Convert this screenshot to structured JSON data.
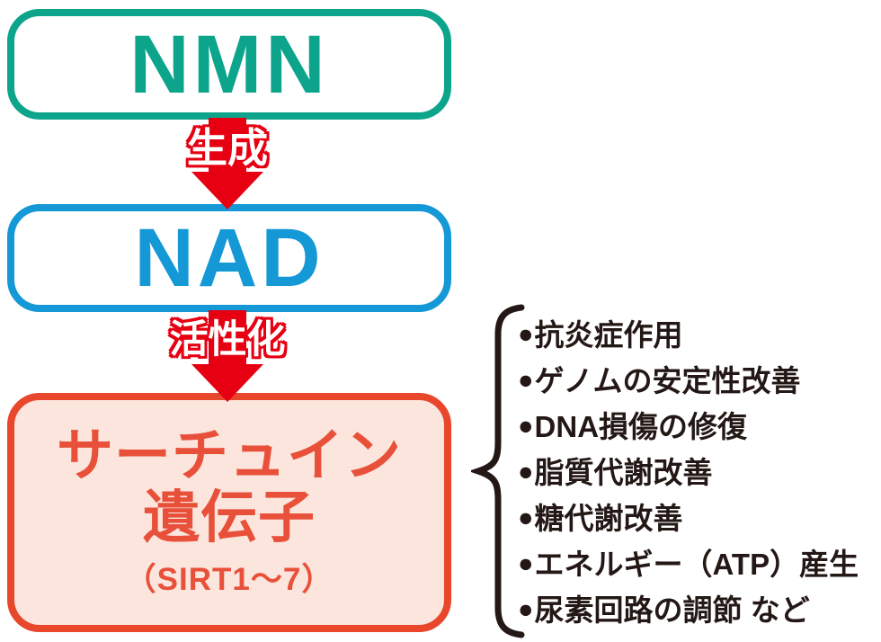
{
  "diagram": {
    "nodes": {
      "nmn": {
        "label": "NMN"
      },
      "nad": {
        "label": "NAD"
      },
      "sirtuin": {
        "title_line1": "サーチュイン",
        "title_line2": "遺伝子",
        "subtitle": "（SIRT1～7）"
      }
    },
    "arrows": [
      {
        "label": "生成"
      },
      {
        "label": "活性化"
      }
    ],
    "benefits": {
      "bullet": "●",
      "items": [
        "抗炎症作用",
        "ゲノムの安定性改善",
        "DNA損傷の修復",
        "脂質代謝改善",
        "糖代謝改善",
        "エネルギー（ATP）産生",
        "尿素回路の調節 など"
      ]
    },
    "colors": {
      "nmn_teal": "#0da48c",
      "nad_blue": "#1598d6",
      "arrow_red": "#e60012",
      "sirtuin_border_red": "#e8472c",
      "sirtuin_text_red": "#e8503a",
      "sirtuin_bg_pink": "#fbe5dd",
      "text_black": "#231815"
    }
  }
}
